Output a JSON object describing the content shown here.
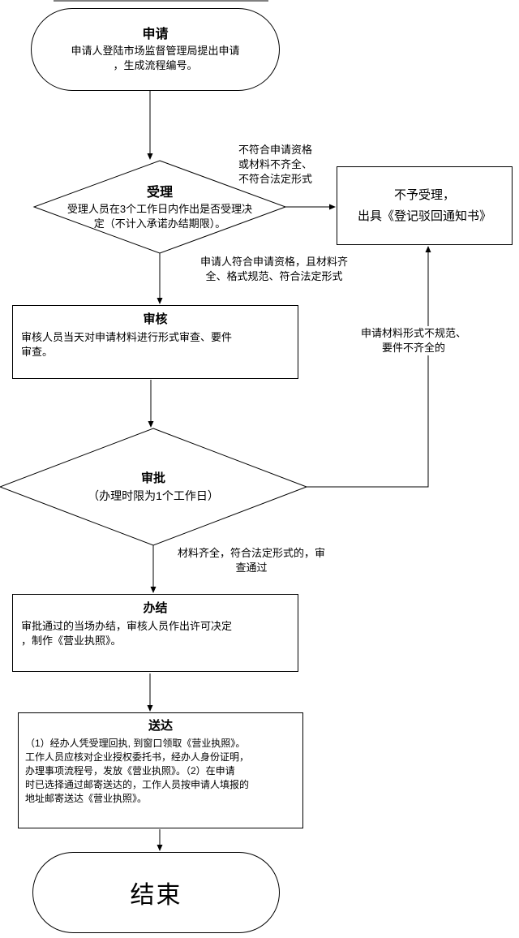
{
  "flowchart": {
    "nodes": {
      "start": {
        "title": "申请",
        "body": "申请人登陆市场监督管理局提出申请\n，生成流程编号。"
      },
      "accept": {
        "title": "受理",
        "body": "受理人员在3个工作日内作出是否受理决\n定（不计入承诺办结期限）。"
      },
      "reject": {
        "body": "不予受理，\n出具《登记驳回通知书》"
      },
      "review": {
        "title": "审核",
        "body": "审核人员当天对申请材料进行形式审查、要件\n审查。"
      },
      "approve": {
        "title": "审批",
        "subtitle": "（办理时限为1个工作日）"
      },
      "complete": {
        "title": "办结",
        "body": "审批通过的当场办结，审核人员作出许可决定\n，制作《营业执照》。"
      },
      "deliver": {
        "title": "送达",
        "body": "（1）经办人凭受理回执, 到窗口领取《营业执照》。\n工作人员应核对企业授权委托书，经办人身份证明，\n办理事项流程号，发放《营业执照》。（2）在申请\n时已选择通过邮寄送达的，工作人员按申请人填报的\n地址邮寄送达《营业执照》。"
      },
      "end": {
        "title": "结束"
      }
    },
    "edge_labels": {
      "not_qualified": "不符合申请资格\n或材料不齐全、\n不符合法定形式",
      "qualified": "申请人符合申请资格，且材料齐\n全、格式规范、符合法定形式",
      "not_standard": "申请材料形式不规范、\n要件不齐全的",
      "passed": "材料齐全，符合法定形式的，审\n查通过"
    },
    "colors": {
      "stroke": "#000000",
      "fill": "#ffffff",
      "text": "#000000"
    }
  }
}
